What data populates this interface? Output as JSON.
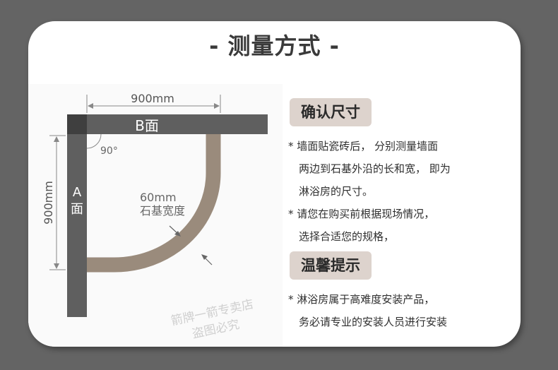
{
  "title": "- 测量方式 -",
  "diagram": {
    "width_label": "900mm",
    "height_label": "900mm",
    "b_face": "B面",
    "a_face_top": "A",
    "a_face_bottom": "面",
    "angle_label": "90°",
    "stone_width_line1": "60mm",
    "stone_width_line2": "石基宽度",
    "watermark_line1": "箭牌一箭专卖店",
    "watermark_line2": "盗图必究"
  },
  "section1": {
    "heading": "确认尺寸",
    "lines": [
      "* 墙面贴瓷砖后，  分别测量墙面",
      "两边到石基外沿的长和宽，  即为",
      "淋浴房的尺寸。",
      "* 请您在购买前根据现场情况，",
      "选择合适您的规格，"
    ]
  },
  "section2": {
    "heading": "温馨提示",
    "lines": [
      "* 淋浴房属于高难度安装产品，",
      "务必请专业的安装人员进行安装"
    ]
  },
  "colors": {
    "background": "#646464",
    "card": "#ffffff",
    "wall": "#5f5f5f",
    "stone_base": "#9a8b7c",
    "badge": "#ddd3cd"
  }
}
